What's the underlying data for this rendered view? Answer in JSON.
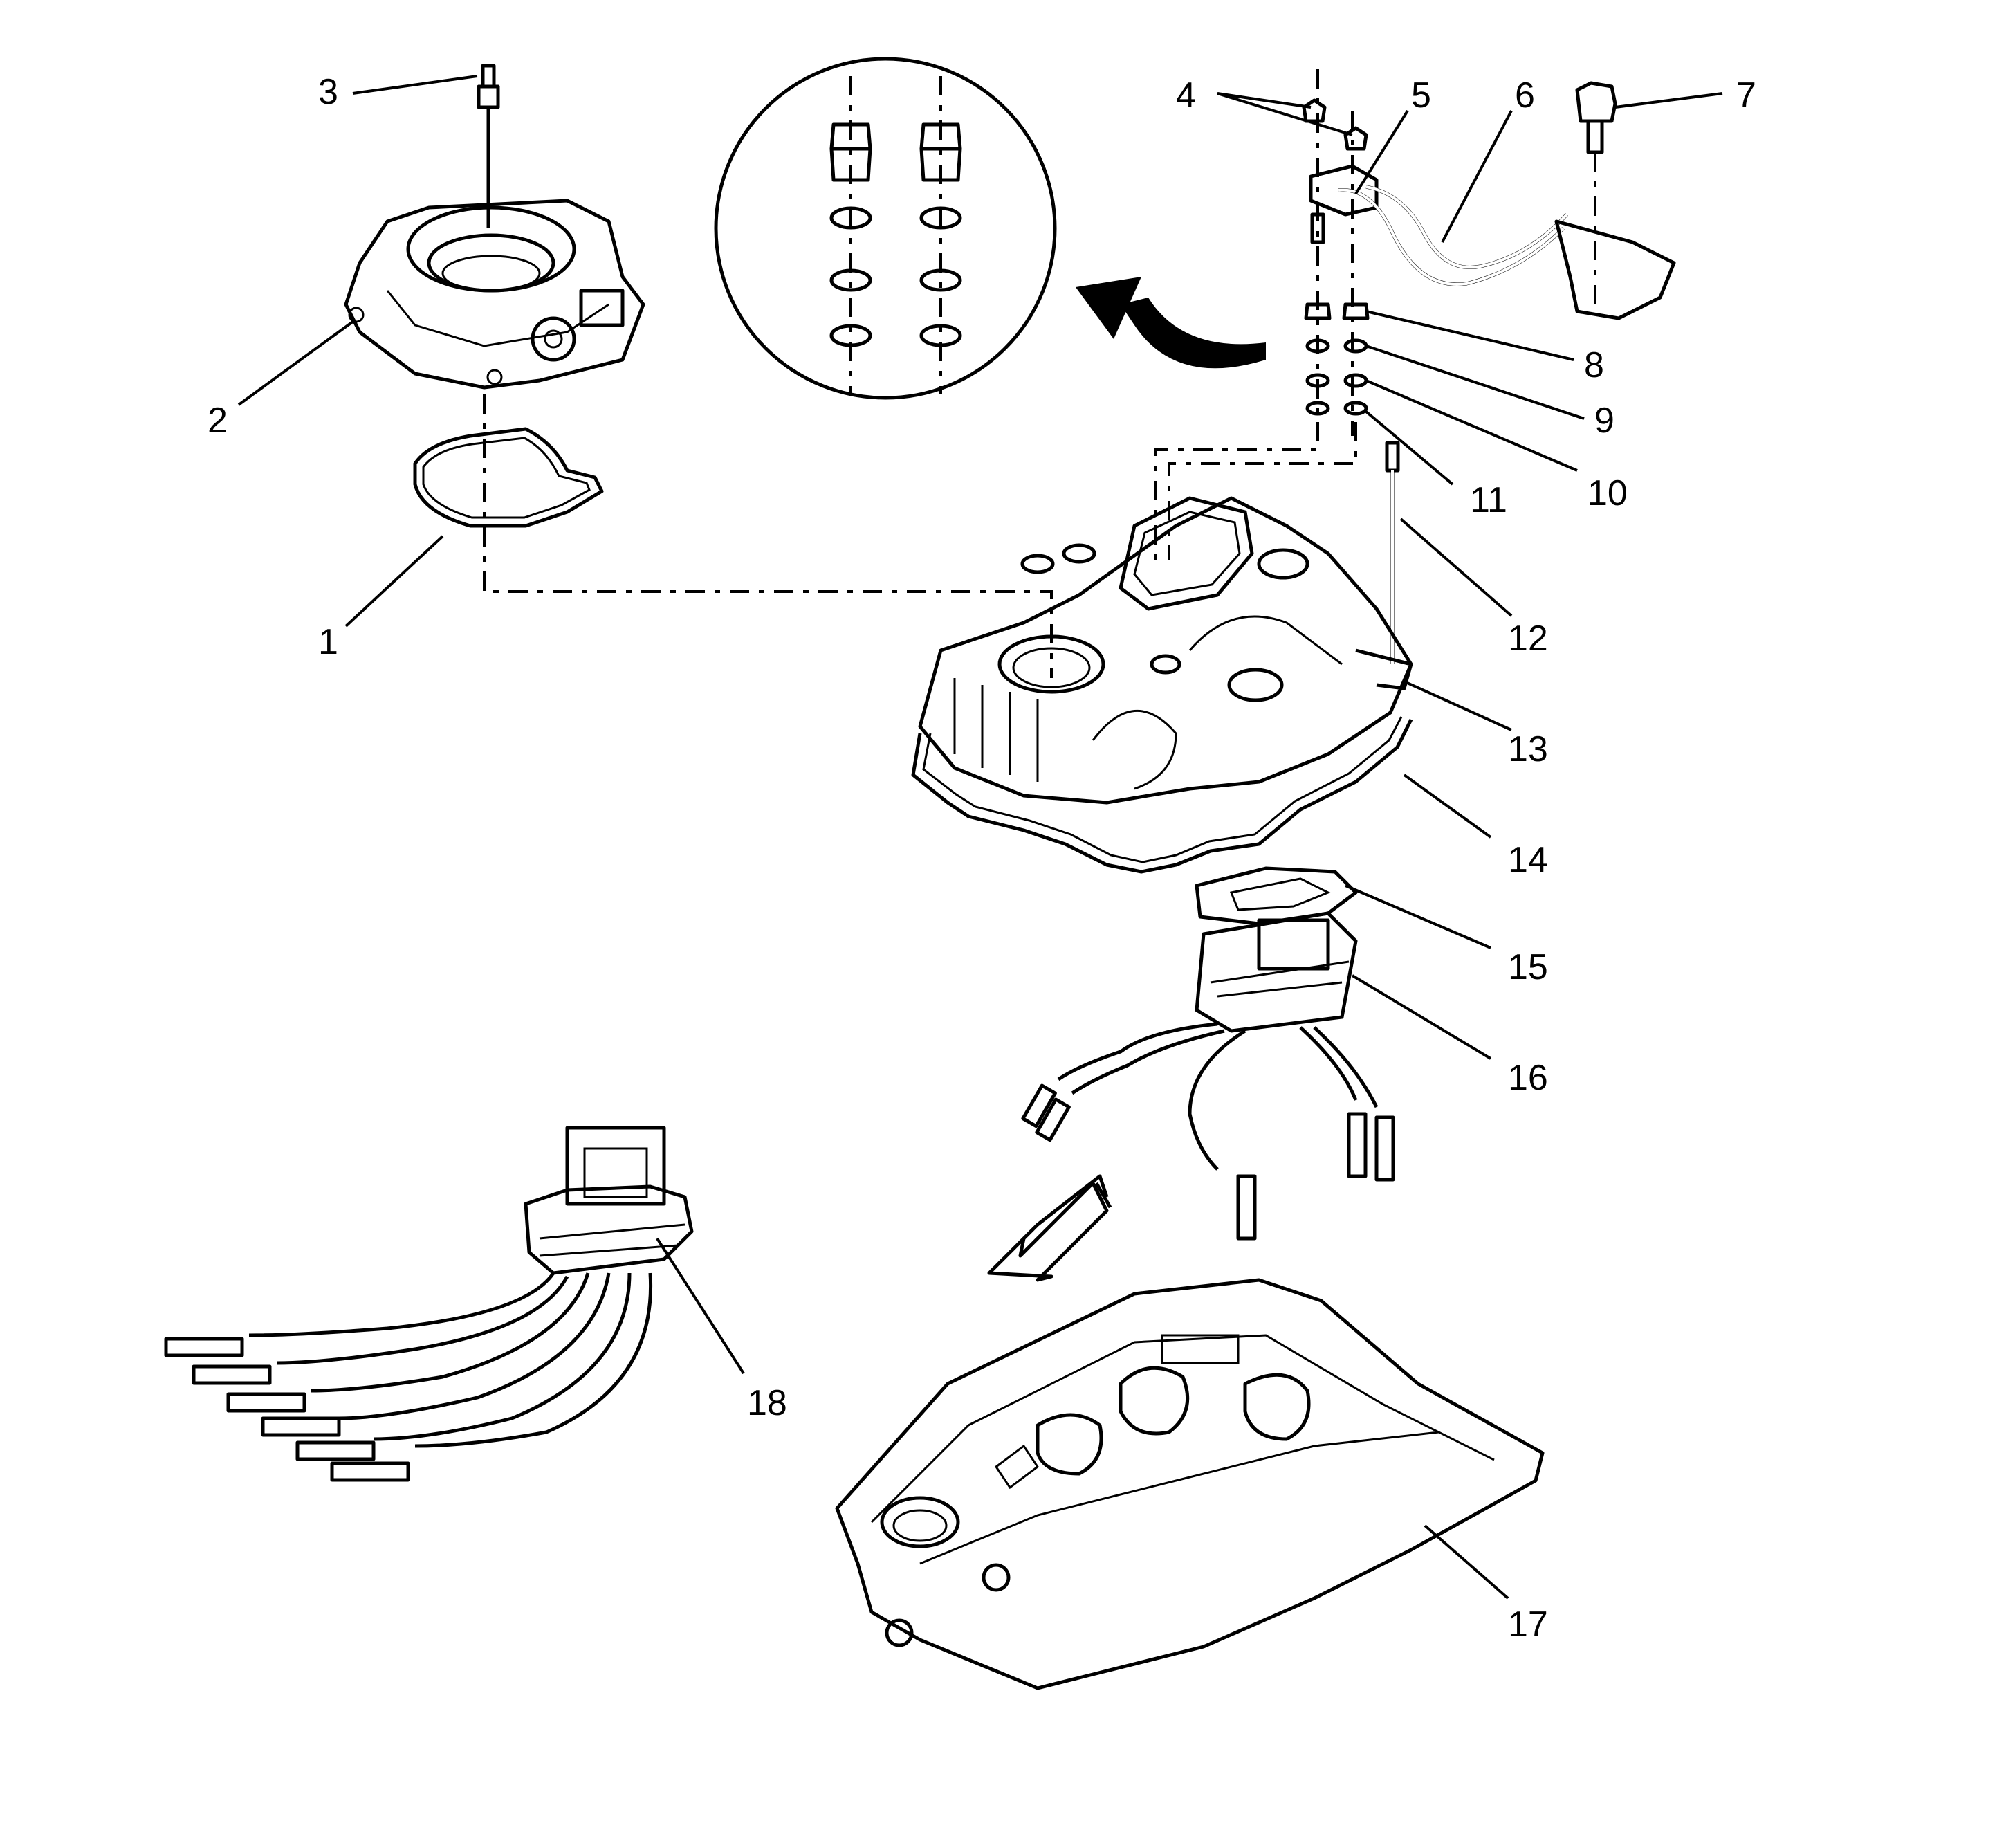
{
  "callouts": {
    "c1": "1",
    "c2": "2",
    "c3": "3",
    "c4": "4",
    "c5": "5",
    "c6": "6",
    "c7": "7",
    "c8": "8",
    "c9": "9",
    "c10": "10",
    "c11": "11",
    "c12": "12",
    "c13": "13",
    "c14": "14",
    "c15": "15",
    "c16": "16",
    "c17": "17",
    "c18": "18"
  },
  "colors": {
    "ink": "#000000",
    "paper": "#ffffff"
  },
  "icons": {
    "direction_arrow": "front-direction-arrow-icon",
    "curved_arrow": "curved-arrow-icon"
  }
}
